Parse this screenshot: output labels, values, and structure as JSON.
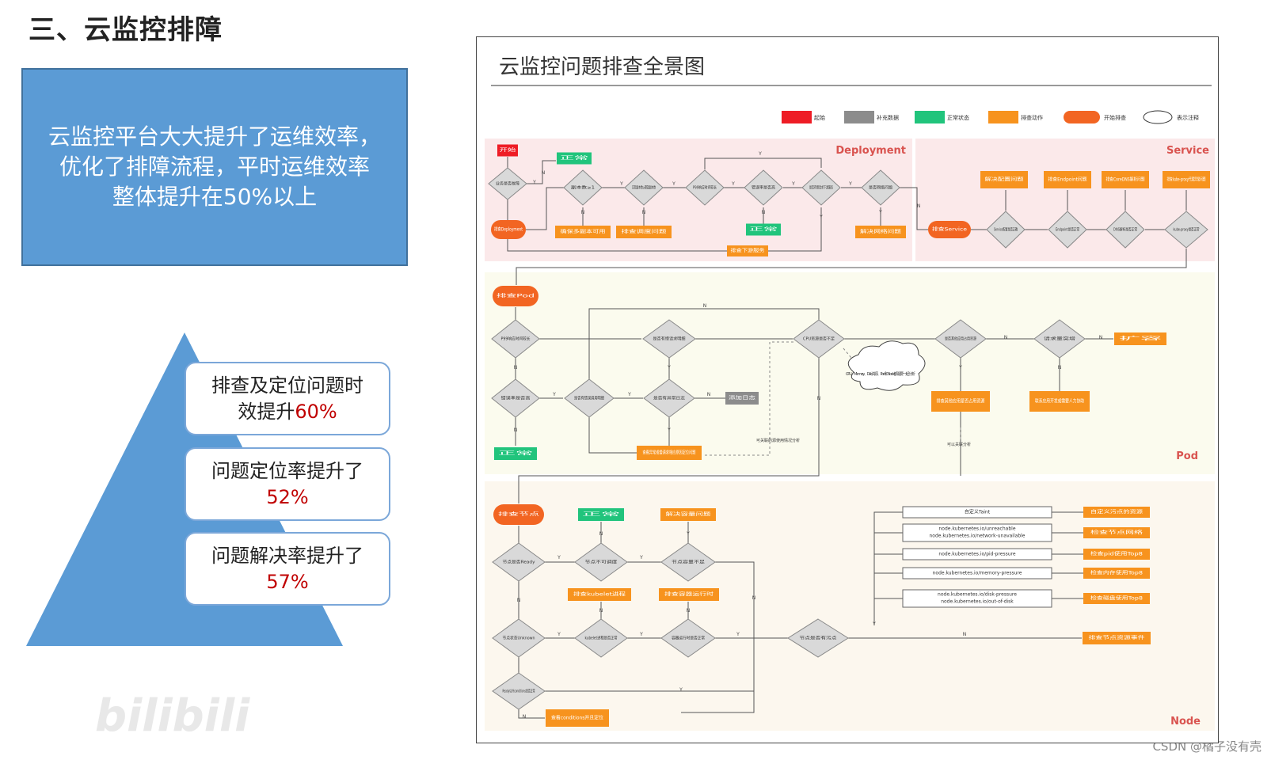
{
  "slide": {
    "title": "三、云监控排障",
    "summary": [
      "云监控平台大大提升了运维效率，",
      "优化了排障流程，平时运维效率",
      "整体提升在50%以上"
    ],
    "metrics": [
      {
        "line1": "排查及定位问题时",
        "line2": "效提升",
        "value": "60%"
      },
      {
        "line1": "问题定位率提升了",
        "line2": "",
        "value": "52%"
      },
      {
        "line1": "问题解决率提升了",
        "line2": "",
        "value": "57%"
      }
    ],
    "watermark": "bilibili",
    "credit": "CSDN @橘子没有壳"
  },
  "diagram": {
    "title": "云监控问题排查全景图",
    "legend": [
      "起始",
      "补充数据",
      "正常状态",
      "排查动作",
      "开始排查",
      "表示注释"
    ],
    "colors": {
      "red": "#ee1c25",
      "gray": "#8c8c8c",
      "green": "#21c47c",
      "orange": "#f7931e",
      "start": "#f26522"
    },
    "sections": {
      "deployment": "Deployment",
      "service": "Service",
      "pod": "Pod",
      "node": "Node"
    },
    "deployment": {
      "start": "开始",
      "d1": "业务是否故障",
      "ok1": "正常",
      "check": "排查Deployment",
      "d2": "副本数≥1",
      "d3": "实际副本数≥期望副本数",
      "d4": "P99响应时间较长",
      "d5": "错误率是否高",
      "d6": "是否有慢请求下游服务",
      "d7": "是否网络问题",
      "a1": "确保多副本可用",
      "a2": "排查调度问题",
      "ok2": "正常",
      "a3": "解决网络问题",
      "a4": "排查下游服务"
    },
    "service": {
      "check": "排查Service",
      "d1": "Service配置是否正确",
      "d2": "Endpoint是否正常",
      "d3": "DNS解析是否正常",
      "d4": "kube-proxy是否正常",
      "a1": "解决配置问题",
      "a2": "排查Endpoint问题",
      "a3": "排查CoreDNS解析问题",
      "a4": "排查kube-proxy代理异常问题"
    },
    "pod": {
      "check": "排查Pod",
      "d1": "P99响应时间较长",
      "d2": "是否有慢请求明细",
      "d3": "CPU资源是否不足",
      "d4": "是否其他应用占用资源",
      "d5": "请求量突增",
      "d6": "错误率是否高",
      "d7": "是否有错误调用明细",
      "d8": "是否有异常日志",
      "a1": "扩容",
      "a2": "排查其他应用是否占用资源",
      "a3": "联系应用开发或需要人力协助",
      "add": "添加日志",
      "ok": "正常",
      "a4": "查看异常或慢请求相应原因定位问题",
      "note": "CPU、Memory、Disk资源、Pod和Node都需要一起分析",
      "n1": "可关联的源使用情况分析",
      "n2": "可以关联分析"
    },
    "node": {
      "check": "排查节点",
      "d1": "节点是否Ready",
      "d2": "节点不可调度",
      "d3": "节点容量不足",
      "d4": "节点状态Unknown",
      "d5": "kubelet进程是否正常",
      "d6": "容器运行时是否正常",
      "d7": "节点是否有污点",
      "d8": "Ready以外conditions是否正常",
      "ok": "正常",
      "a1": "解决容量问题",
      "a2": "排查kubelet进程",
      "a3": "排查容器运行时",
      "a4": "查看conditions并且定位",
      "a5": "排查节点资源事件",
      "taints": [
        "自定义Taint",
        "node.kubernetes.io/unreachable",
        "node.kubernetes.io/network-unavailable",
        "node.kubernetes.io/pid-pressure",
        "node.kubernetes.io/memory-pressure",
        "node.kubernetes.io/disk-pressure",
        "node.kubernetes.io/out-of-disk"
      ],
      "actions": [
        "自定义污点的资源",
        "检查节点网络",
        "检查pid使用Top8",
        "检查内存使用Top8",
        "检查磁盘使用Top8"
      ]
    }
  }
}
